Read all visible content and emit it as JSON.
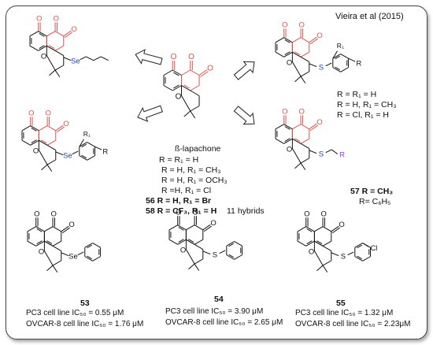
{
  "citation": "Vieira et al (2015)",
  "center_name": "ß-lapachone",
  "hybrids_count": "11 hybrids",
  "left_r_group_list": [
    "R = R₁ = H",
    "R = H, R₁ = CH₃",
    "R = H, R₁ = OCH₃",
    "R =H, R₁ = Cl",
    "56 R = H, R₁ = Br",
    "58 R = CF₃, R₁ = H"
  ],
  "right_r_group_list": [
    "R = R₁ = H",
    "R = H, R₁ = CH₃",
    "R = Cl, R₁ = H"
  ],
  "bottom_right_r_list": [
    "57 R = CH₃",
    "R= C₆H₅"
  ],
  "atoms": {
    "O": "O",
    "Se": "Se",
    "S": "S",
    "R": "R",
    "R1": "R₁",
    "Cl": "Cl"
  },
  "compounds": [
    {
      "id": "53",
      "line1": "PC3 cell line IC₅₀ = 0.55 μM",
      "line2": "OVCAR-8 cell line IC₅₀ = 1.76 μM"
    },
    {
      "id": "54",
      "line1": "PC3 cell line IC₅₀ = 3.90 μM",
      "line2": "OVCAR-8 cell line IC₅₀ = 2.65 μM"
    },
    {
      "id": "55",
      "line1": "PC3 cell line IC₅₀ = 1.32 μM",
      "line2": "OVCAR-8 cell line IC₅₀ = 2.23μM"
    }
  ],
  "colors": {
    "core_highlight": "#d9534f",
    "selenium_blue": "#1f3fbf",
    "r_purple": "#9b3fc8",
    "bond_black": "#111111"
  }
}
